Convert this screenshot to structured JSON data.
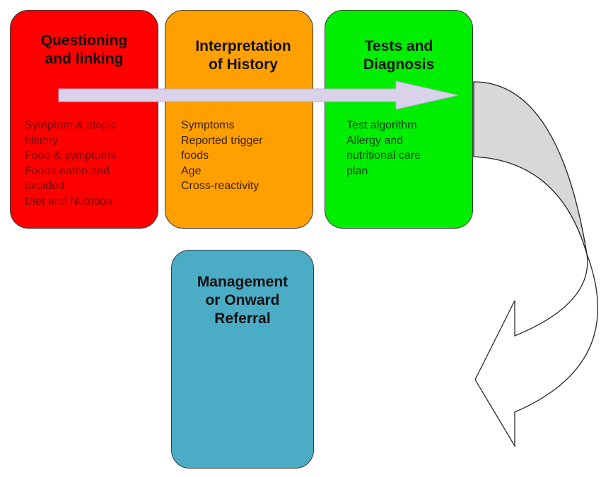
{
  "colors": {
    "questioning": "#ff0000",
    "interpretation": "#ffa000",
    "tests": "#00ee00",
    "management": "#4bacc6",
    "process_arrow": "#d9d2ea",
    "curved_arrow": "#d8d8d8"
  },
  "boxes": {
    "questioning": {
      "title": "Questioning\nand linking",
      "items": [
        "Symptom & atopic\nhistory",
        "Food & symptoms",
        "Foods eaten and\navoided",
        "Diet and Nutrition"
      ]
    },
    "interpretation": {
      "title": "Interpretation\nof History",
      "items": [
        "Symptoms",
        "Reported trigger\nfoods",
        "Age",
        "Cross-reactivity"
      ]
    },
    "tests": {
      "title": "Tests and\nDiagnosis",
      "items": [
        "Test algorithm",
        "Allergy and\nnutritional care\nplan"
      ]
    },
    "management": {
      "title": "Management\nor Onward\nReferral"
    }
  }
}
